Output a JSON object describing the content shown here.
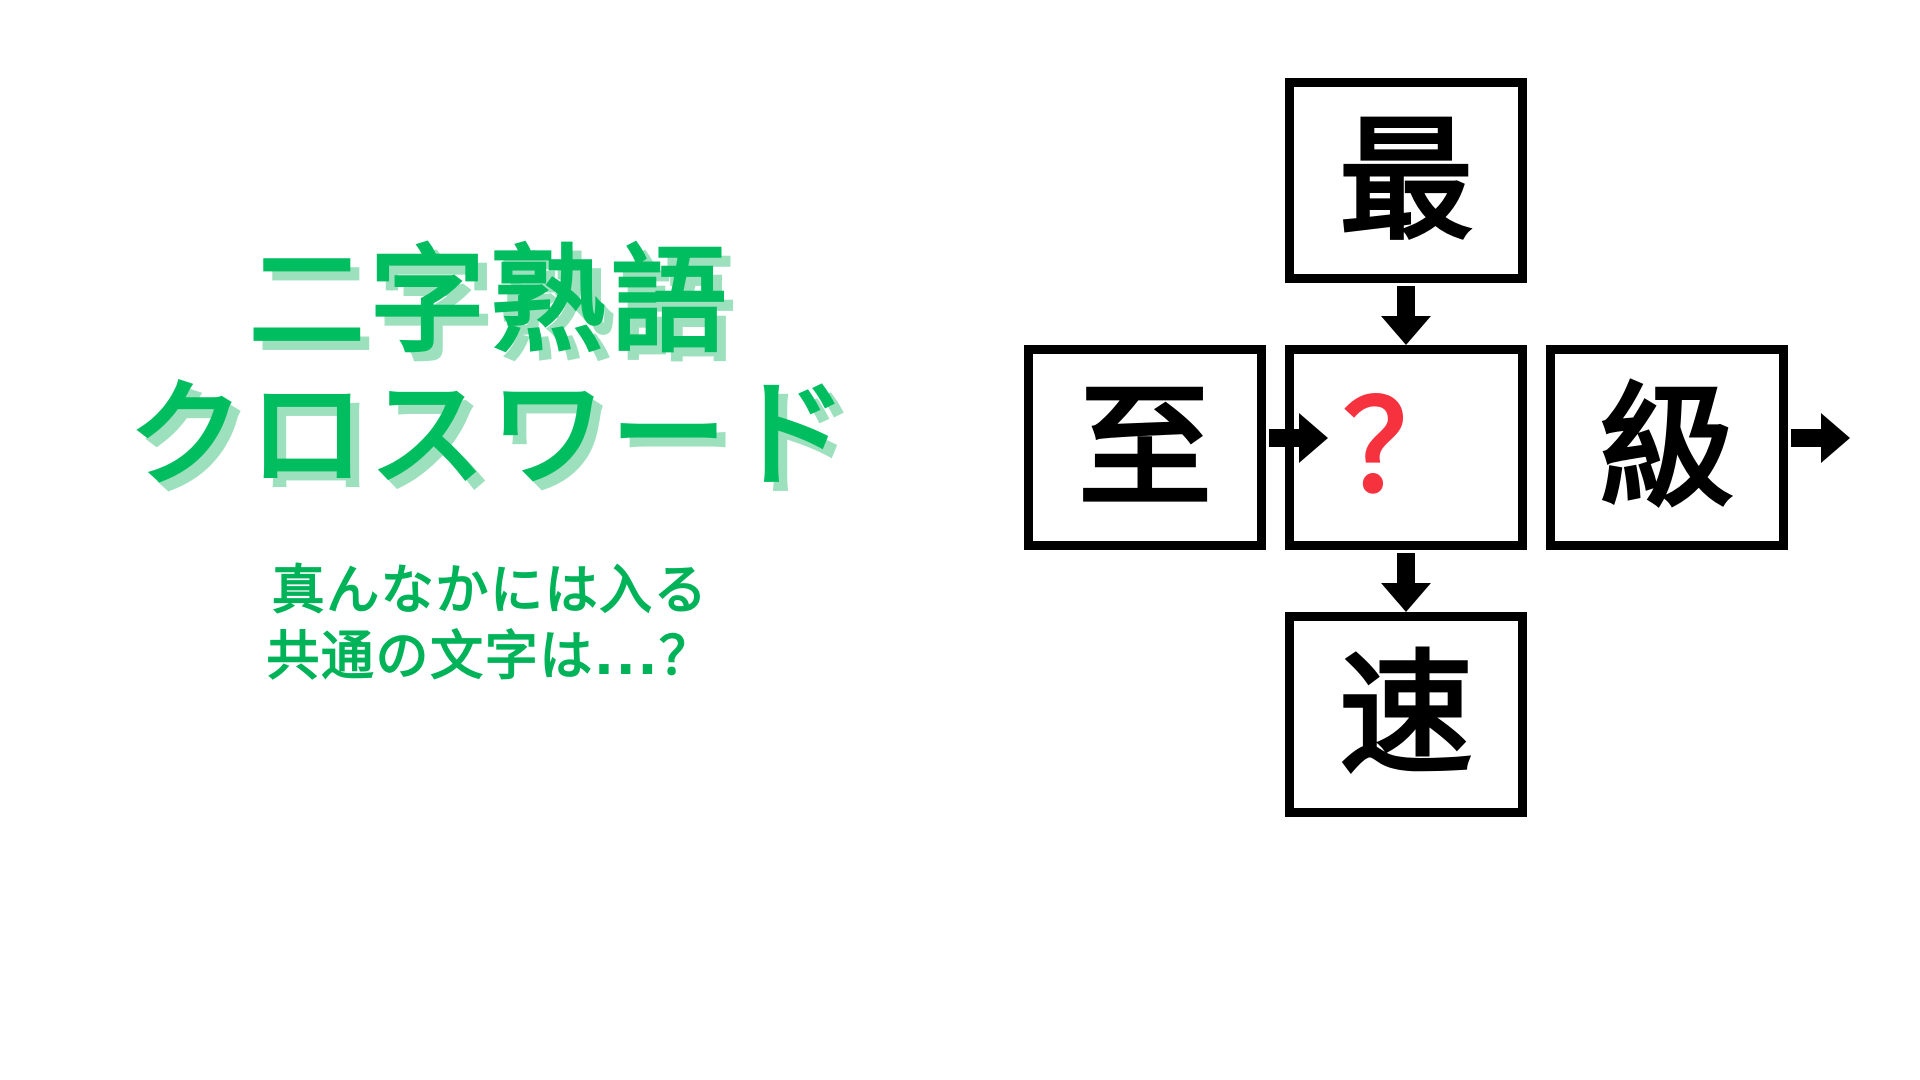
{
  "page": {
    "background_color": "#ffffff",
    "accent_green": "#00bd5f",
    "accent_green_shadow": "#9ce0bd",
    "accent_red": "#f7323f",
    "line_color": "#000000"
  },
  "title": {
    "line1": "二字熟語",
    "line2": "クロスワード",
    "subtitle_line1": "真んなかには入る",
    "subtitle_line2": "共通の文字は...？"
  },
  "puzzle": {
    "type": "kanji-crossword",
    "center_unknown": "？",
    "cells": {
      "top": "最",
      "left": "至",
      "center": "？",
      "right": "級",
      "bottom": "速"
    },
    "arrows": [
      {
        "name": "arrow-top-to-center",
        "direction": "down"
      },
      {
        "name": "arrow-left-to-center",
        "direction": "right"
      },
      {
        "name": "arrow-center-to-right",
        "direction": "right"
      },
      {
        "name": "arrow-center-to-bottom",
        "direction": "down"
      }
    ]
  }
}
